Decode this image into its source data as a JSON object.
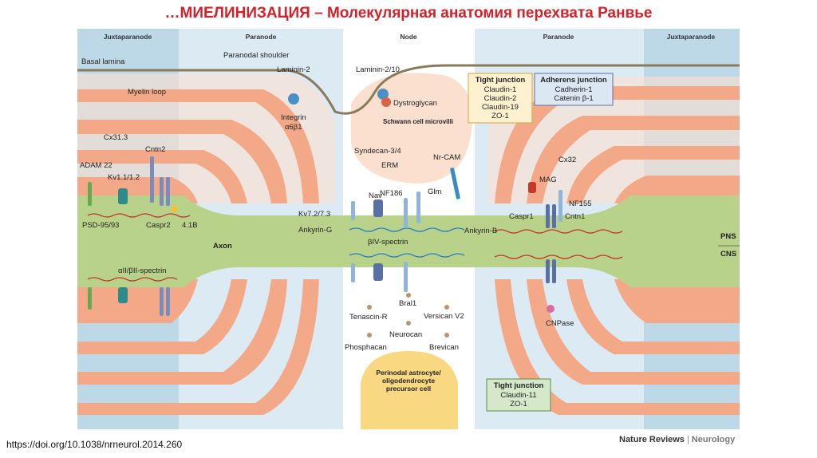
{
  "title": "…МИЕЛИНИЗАЦИЯ – Молекулярная анатомия перехвата Ранвье",
  "doi": "https://doi.org/10.1038/nrneurol.2014.260",
  "credit": {
    "publisher": "Nature Reviews",
    "journal": "Neurology"
  },
  "regions": {
    "juxtaparanode_left": "Juxtaparanode",
    "paranode_left": "Paranode",
    "node": "Node",
    "paranode_right": "Paranode",
    "juxtaparanode_right": "Juxtaparanode"
  },
  "labels": {
    "basal_lamina": "Basal lamina",
    "paranodal_shoulder": "Paranodal shoulder",
    "myelin_loop": "Myelin loop",
    "laminin2": "Laminin-2",
    "laminin2_10": "Laminin-2/10",
    "dystroglycan": "Dystroglycan",
    "integrin": "Integrin",
    "integrin_sub": "α6β1",
    "schwann_microvilli": "Schwann cell microvilli",
    "cx313": "Cx31.3",
    "cntn2": "Cntn2",
    "adam22": "ADAM 22",
    "kv11": "Kv1.1/1.2",
    "psd95": "PSD-95/93",
    "caspr2": "Caspr2",
    "b41": "4.1B",
    "axon": "Axon",
    "spectrin_a": "αII/βII-spectrin",
    "syndecan": "Syndecan-3/4",
    "erm": "ERM",
    "nrcam": "Nr-CAM",
    "nf186": "NF186",
    "gldn": "Glm",
    "nav": "Nav",
    "kv72": "Kv7.2/7.3",
    "ankyrin_g": "Ankyrin-G",
    "biv_spectrin": "βIV-spectrin",
    "bral1": "Bral1",
    "tenascin": "Tenascin-R",
    "versican": "Versican V2",
    "neurocan": "Neurocan",
    "phosphacan": "Phosphacan",
    "brevican": "Brevican",
    "perinodal": "Perinodal astrocyte/ oligodendrocyte precursor cell",
    "cx32": "Cx32",
    "mag": "MAG",
    "nf155": "NF155",
    "caspr1": "Caspr1",
    "cntn1": "Cntn1",
    "ankyrin_b": "Ankyrin-B",
    "cnpase": "CNPase",
    "pns": "PNS",
    "cns": "CNS"
  },
  "tight_junction_top": {
    "title": "Tight junction",
    "items": [
      "Claudin-1",
      "Claudin-2",
      "Claudin-19",
      "ZO-1"
    ]
  },
  "adherens_junction": {
    "title": "Adherens junction",
    "items": [
      "Cadherin-1",
      "Catenin β-1"
    ]
  },
  "tight_junction_bottom": {
    "title": "Tight junction",
    "items": [
      "Claudin-11",
      "ZO-1"
    ]
  },
  "colors": {
    "title_red": "#d3222a",
    "myelin": "#f3a987",
    "myelin_light": "#fbe0d0",
    "axon": "#b9d28a",
    "paranode_bg": "#dceaf3",
    "juxta_bg": "#bdd9e8"
  }
}
